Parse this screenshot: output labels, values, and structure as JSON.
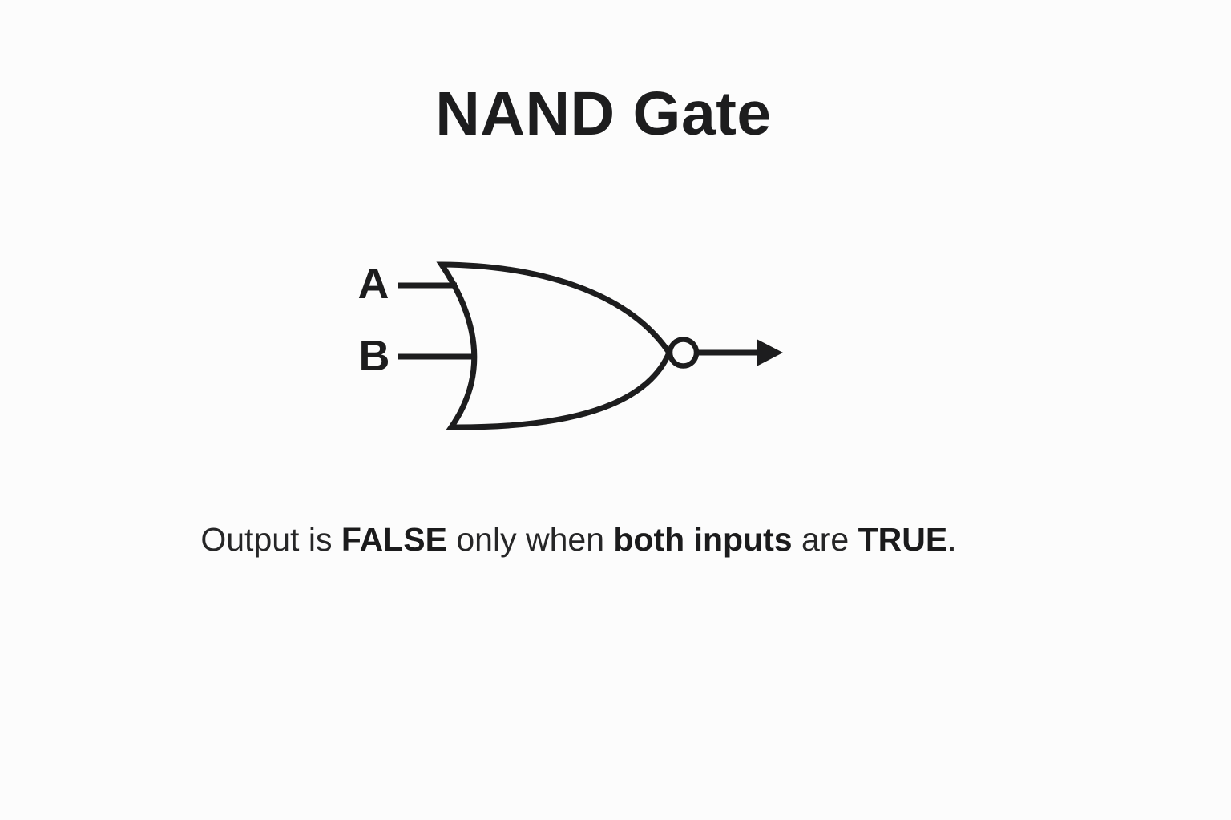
{
  "colors": {
    "background": "#fcfcfc",
    "ink": "#1d1d1e"
  },
  "title": "NAND Gate",
  "diagram": {
    "input_a_label": "A",
    "input_b_label": "B"
  },
  "caption": {
    "segments": [
      {
        "text": "Output is ",
        "bold": false
      },
      {
        "text": "FALSE",
        "bold": true
      },
      {
        "text": " only when ",
        "bold": false
      },
      {
        "text": "both inputs",
        "bold": true
      },
      {
        "text": " are ",
        "bold": false
      },
      {
        "text": "TRUE",
        "bold": true
      },
      {
        "text": ".",
        "bold": false
      }
    ]
  }
}
